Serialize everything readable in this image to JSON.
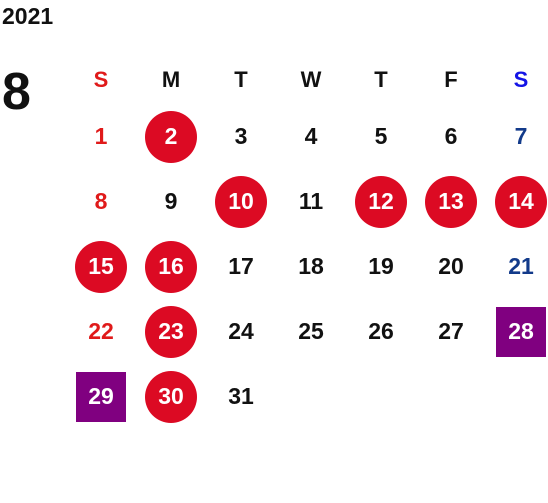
{
  "calendar": {
    "year": "2021",
    "month": "8",
    "weekdays": [
      "S",
      "M",
      "T",
      "W",
      "T",
      "F",
      "S"
    ],
    "weeks": [
      [
        {
          "d": "1",
          "mark": "",
          "color": "sun"
        },
        {
          "d": "2",
          "mark": "circle",
          "color": ""
        },
        {
          "d": "3",
          "mark": "",
          "color": ""
        },
        {
          "d": "4",
          "mark": "",
          "color": ""
        },
        {
          "d": "5",
          "mark": "",
          "color": ""
        },
        {
          "d": "6",
          "mark": "",
          "color": ""
        },
        {
          "d": "7",
          "mark": "",
          "color": "sat"
        }
      ],
      [
        {
          "d": "8",
          "mark": "",
          "color": "sun"
        },
        {
          "d": "9",
          "mark": "",
          "color": ""
        },
        {
          "d": "10",
          "mark": "circle",
          "color": ""
        },
        {
          "d": "11",
          "mark": "",
          "color": ""
        },
        {
          "d": "12",
          "mark": "circle",
          "color": ""
        },
        {
          "d": "13",
          "mark": "circle",
          "color": ""
        },
        {
          "d": "14",
          "mark": "circle",
          "color": ""
        }
      ],
      [
        {
          "d": "15",
          "mark": "circle",
          "color": ""
        },
        {
          "d": "16",
          "mark": "circle",
          "color": ""
        },
        {
          "d": "17",
          "mark": "",
          "color": ""
        },
        {
          "d": "18",
          "mark": "",
          "color": ""
        },
        {
          "d": "19",
          "mark": "",
          "color": ""
        },
        {
          "d": "20",
          "mark": "",
          "color": ""
        },
        {
          "d": "21",
          "mark": "",
          "color": "sat"
        }
      ],
      [
        {
          "d": "22",
          "mark": "",
          "color": "sun"
        },
        {
          "d": "23",
          "mark": "circle",
          "color": ""
        },
        {
          "d": "24",
          "mark": "",
          "color": ""
        },
        {
          "d": "25",
          "mark": "",
          "color": ""
        },
        {
          "d": "26",
          "mark": "",
          "color": ""
        },
        {
          "d": "27",
          "mark": "",
          "color": ""
        },
        {
          "d": "28",
          "mark": "square",
          "color": ""
        }
      ],
      [
        {
          "d": "29",
          "mark": "square",
          "color": ""
        },
        {
          "d": "30",
          "mark": "circle",
          "color": ""
        },
        {
          "d": "31",
          "mark": "",
          "color": ""
        },
        {
          "d": "",
          "mark": "",
          "color": ""
        },
        {
          "d": "",
          "mark": "",
          "color": ""
        },
        {
          "d": "",
          "mark": "",
          "color": ""
        },
        {
          "d": "",
          "mark": "",
          "color": ""
        }
      ]
    ]
  },
  "colors": {
    "holiday_circle": "#dc0a23",
    "special_square": "#800080",
    "sunday_text": "#e01a1a",
    "saturday_text": "#123a8a",
    "saturday_header": "#1414e6"
  }
}
